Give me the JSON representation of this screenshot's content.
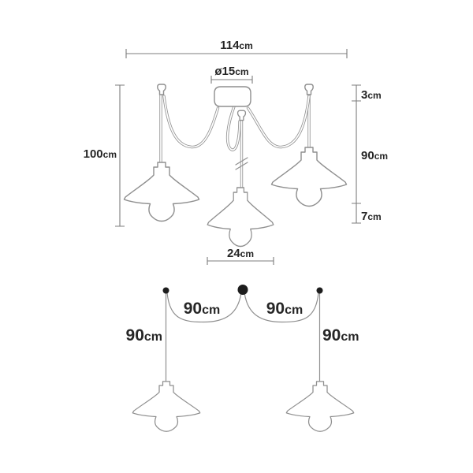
{
  "colors": {
    "background": "#ffffff",
    "outline": "#8f8f8f",
    "dimension_line": "#7c7c7c",
    "label_text": "#262626",
    "anchor_dot": "#1d1d1d"
  },
  "front_view": {
    "dimensions": {
      "overall_width": {
        "value": "114",
        "unit": "cm"
      },
      "canopy_diameter": {
        "value": "ø15",
        "unit": "cm"
      },
      "canopy_drop": {
        "value": "3",
        "unit": "cm"
      },
      "overall_height": {
        "value": "100",
        "unit": "cm"
      },
      "cable_length": {
        "value": "90",
        "unit": "cm"
      },
      "shade_height": {
        "value": "7",
        "unit": "cm"
      },
      "shade_diameter": {
        "value": "24",
        "unit": "cm"
      }
    }
  },
  "span_view": {
    "dimensions": {
      "left_span": {
        "value": "90",
        "unit": "cm"
      },
      "right_span": {
        "value": "90",
        "unit": "cm"
      },
      "left_drop": {
        "value": "90",
        "unit": "cm"
      },
      "right_drop": {
        "value": "90",
        "unit": "cm"
      }
    }
  }
}
